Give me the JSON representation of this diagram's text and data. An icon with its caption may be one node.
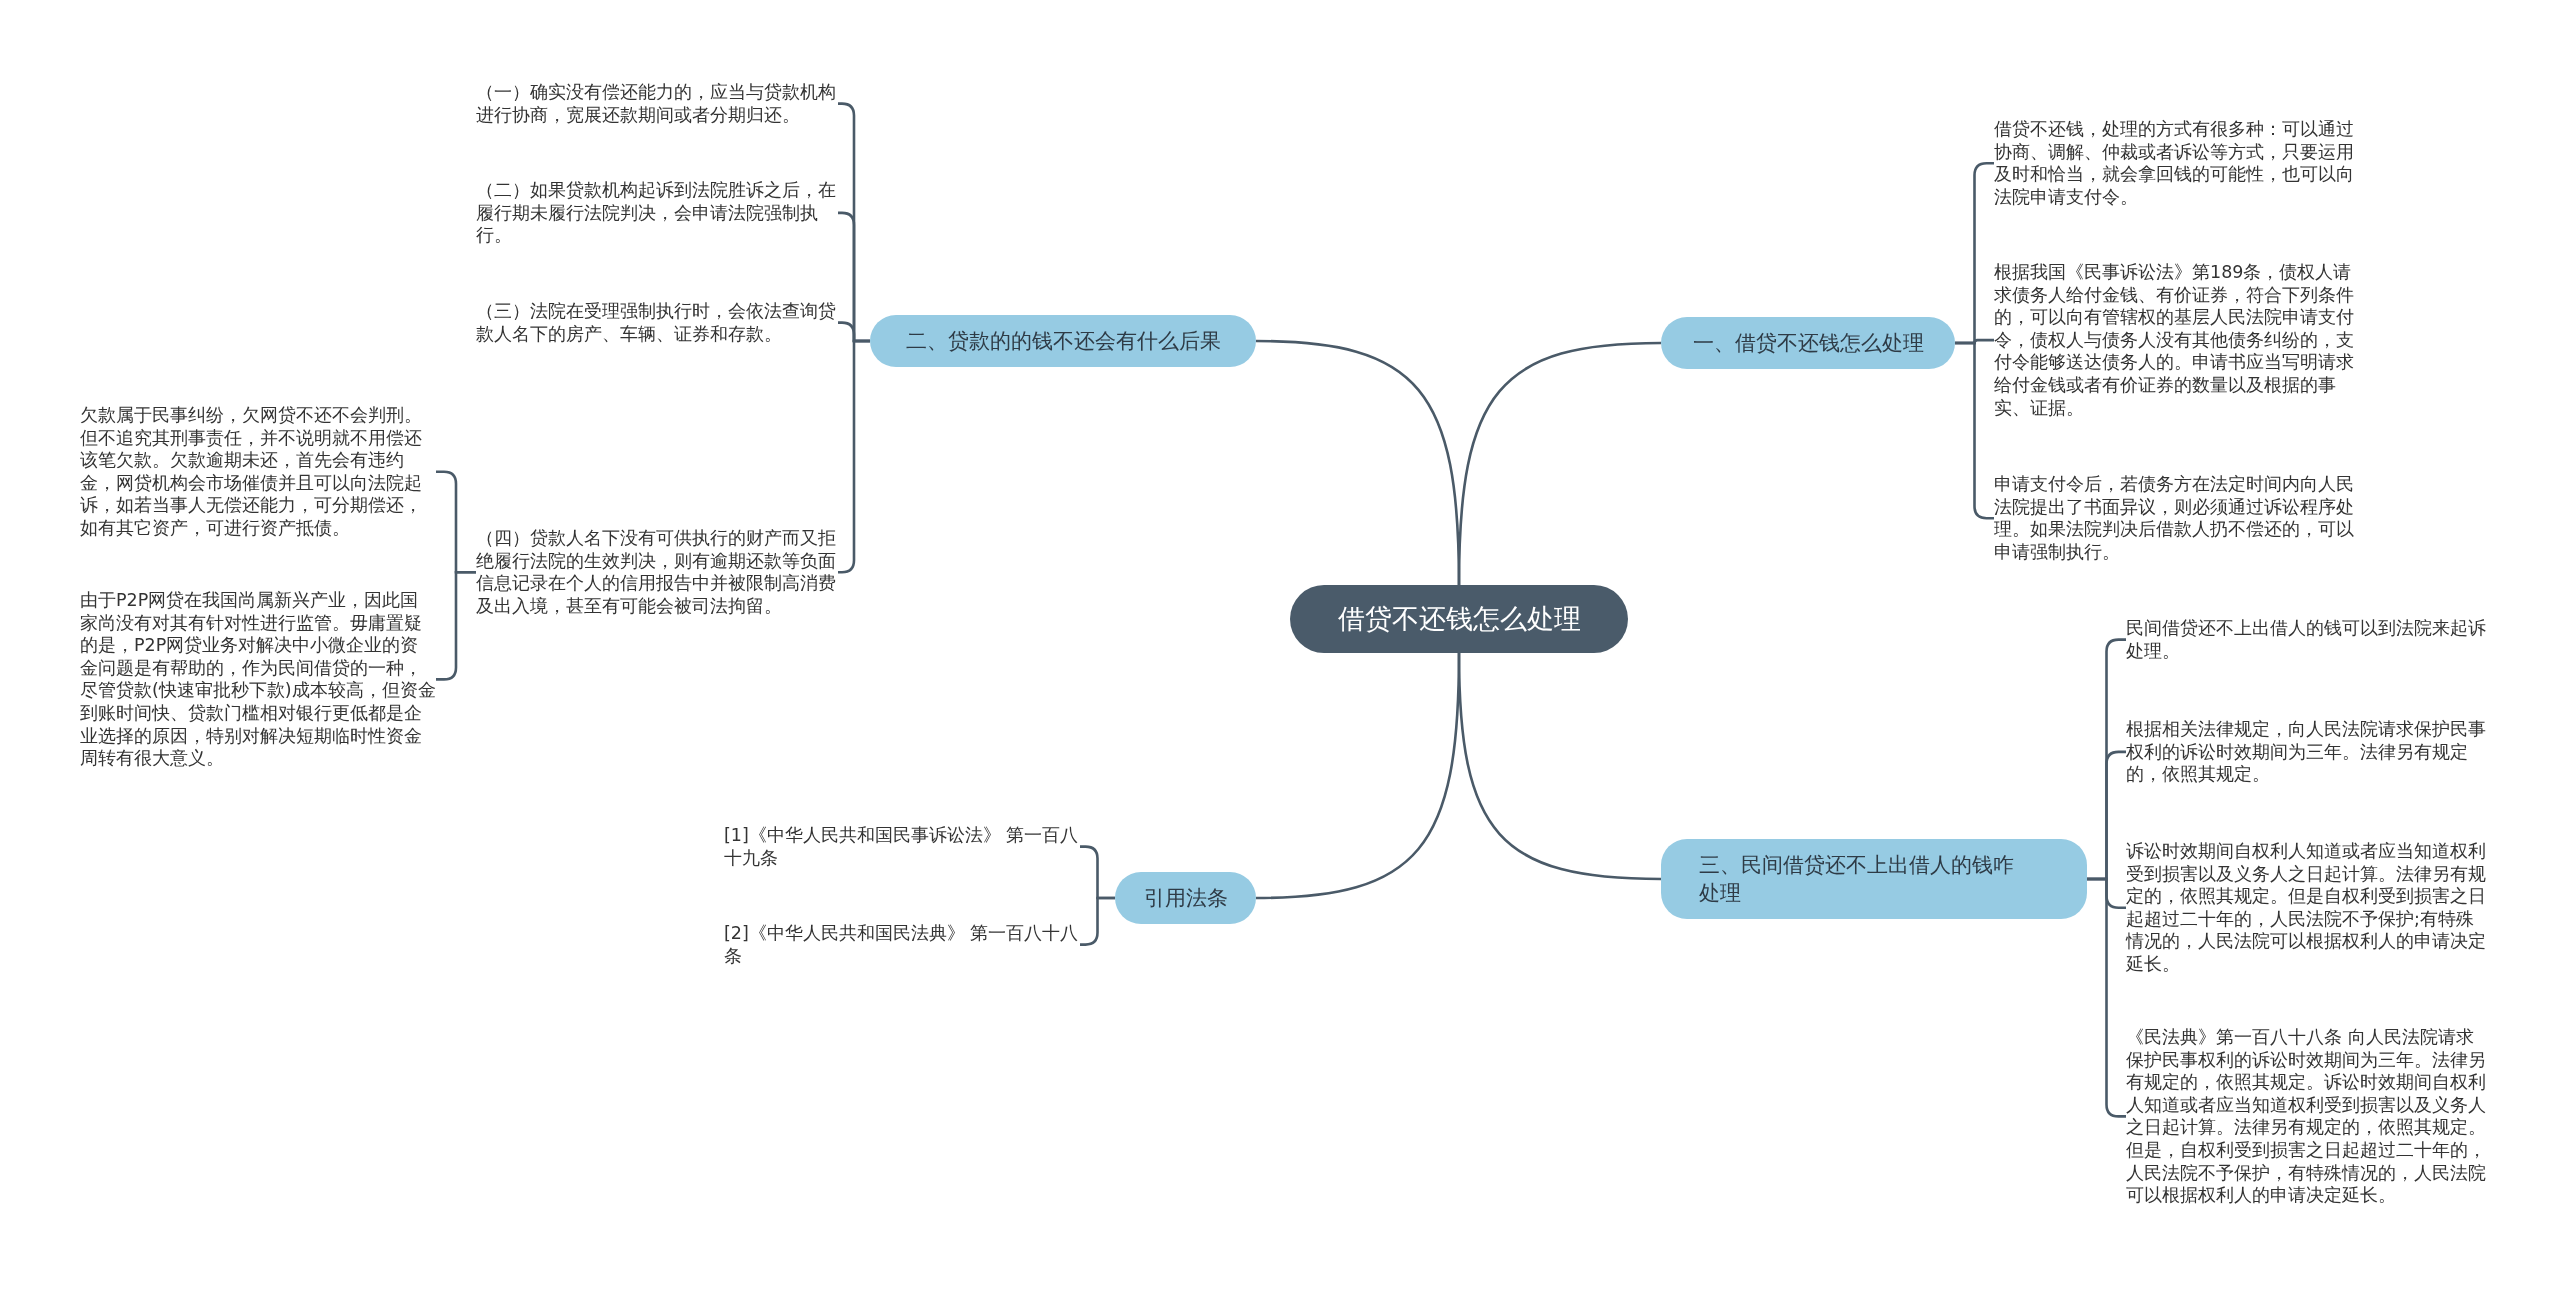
{
  "diagram": {
    "nodes": [
      {
        "text": [
          "借贷不还钱怎么处理"
        ]
      },
      {
        "text": [
          "一、借贷不还钱怎么处理"
        ]
      },
      {
        "text": [
          "借贷不还钱，处理的方式有很多种：可以通过协商、调解、仲裁或者诉讼等方式，只要运用及时和恰当，就会拿回钱的可能性，也可以向法院申请支付令。"
        ]
      },
      {
        "text": [
          "根据我国《民事诉讼法》第189条，债权人请求债务人给付金钱、有价证券，符合下列条件的，可以向有管辖权的基层人民法院申请支付令，债权人与债务人没有其他债务纠纷的，支付令能够送达债务人的。申请书应当写明请求给付金钱或者有价证券的数量以及根据的事实、证据。"
        ]
      },
      {
        "text": [
          "申请支付令后，若债务方在法定时间内向人民法院提出了书面异议，则必须通过诉讼程序处理。如果法院判决后借款人扔不偿还的，可以申请强制执行。"
        ]
      },
      {
        "text": [
          "二、贷款的的钱不还会有什么后果"
        ]
      },
      {
        "text": [
          "（一）确实没有偿还能力的，应当与贷款机构进行协商，宽展还款期间或者分期归还。"
        ]
      },
      {
        "text": [
          "（二）如果贷款机构起诉到法院胜诉之后，在履行期未履行法院判决，会申请法院强制执行。"
        ]
      },
      {
        "text": [
          "（三）法院在受理强制执行时，会依法查询贷款人名下的房产、车辆、证券和存款。"
        ]
      },
      {
        "text": [
          "（四）贷款人名下没有可供执行的财产而又拒绝履行法院的生效判决，则有逾期还款等负面信息记录在个人的信用报告中并被限制高消费及出入境，甚至有可能会被司法拘留。"
        ]
      },
      {
        "text": [
          "欠款属于民事纠纷，欠网贷不还不会判刑。但不追究其刑事责任，并不说明就不用偿还该笔欠款。欠款逾期未还，首先会有违约金，网贷机构会市场催债并且可以向法院起诉，如若当事人无偿还能力，可分期偿还，如有其它资产，可进行资产抵债。"
        ]
      },
      {
        "text": [
          "由于P2P网贷在我国尚属新兴产业，因此国家尚没有对其有针对性进行监管。毋庸置疑的是，P2P网贷业务对解决中小微企业的资金问题是有帮助的，作为民间借贷的一种，尽管贷款(快速审批秒下款)成本较高，但资金到账时间快、贷款门槛相对银行更低都是企业选择的原因，特别对解决短期临时性资金周转有很大意义。"
        ]
      },
      {
        "text": [
          "三、民间借贷还不上出借人的钱咋处理"
        ]
      },
      {
        "text": [
          "民间借贷还不上出借人的钱可以到法院来起诉处理。"
        ]
      },
      {
        "text": [
          "根据相关法律规定，向人民法院请求保护民事权利的诉讼时效期间为三年。法律另有规定的，依照其规定。"
        ]
      },
      {
        "text": [
          "诉讼时效期间自权利人知道或者应当知道权利受到损害以及义务人之日起计算。法律另有规定的，依照其规定。但是自权利受到损害之日起超过二十年的，人民法院不予保护;有特殊情况的，人民法院可以根据权利人的申请决定延长。"
        ]
      },
      {
        "text": [
          "《民法典》第一百八十八条 向人民法院请求保护民事权利的诉讼时效期间为三年。法律另有规定的，依照其规定。诉讼时效期间自权利人知道或者应当知道权利受到损害以及义务人之日起计算。法律另有规定的，依照其规定。但是，自权利受到损害之日起超过二十年的，人民法院不予保护，有特殊情况的，人民法院可以根据权利人的申请决定延长。"
        ]
      },
      {
        "text": [
          "引用法条"
        ]
      },
      {
        "text": [
          "[1]《中华人民共和国民事诉讼法》 第一百八十九条"
        ]
      },
      {
        "text": [
          "[2]《中华人民共和国民法典》 第一百八十八条"
        ]
      }
    ],
    "edges": [
      {
        "from": 0,
        "to": 1,
        "arrow": "none"
      },
      {
        "from": 0,
        "to": 5,
        "arrow": "none"
      },
      {
        "from": 0,
        "to": 12,
        "arrow": "none"
      },
      {
        "from": 0,
        "to": 17,
        "arrow": "none"
      },
      {
        "from": 1,
        "to": 2,
        "arrow": "none"
      },
      {
        "from": 1,
        "to": 3,
        "arrow": "none"
      },
      {
        "from": 1,
        "to": 4,
        "arrow": "none"
      },
      {
        "from": 5,
        "to": 6,
        "arrow": "none"
      },
      {
        "from": 5,
        "to": 7,
        "arrow": "none"
      },
      {
        "from": 5,
        "to": 8,
        "arrow": "none"
      },
      {
        "from": 5,
        "to": 9,
        "arrow": "none"
      },
      {
        "from": 9,
        "to": 10,
        "arrow": "none"
      },
      {
        "from": 9,
        "to": 11,
        "arrow": "none"
      },
      {
        "from": 12,
        "to": 13,
        "arrow": "none"
      },
      {
        "from": 12,
        "to": 14,
        "arrow": "none"
      },
      {
        "from": 12,
        "to": 15,
        "arrow": "none"
      },
      {
        "from": 12,
        "to": 16,
        "arrow": "none"
      },
      {
        "from": 17,
        "to": 18,
        "arrow": "none"
      },
      {
        "from": 17,
        "to": 19,
        "arrow": "none"
      }
    ]
  }
}
